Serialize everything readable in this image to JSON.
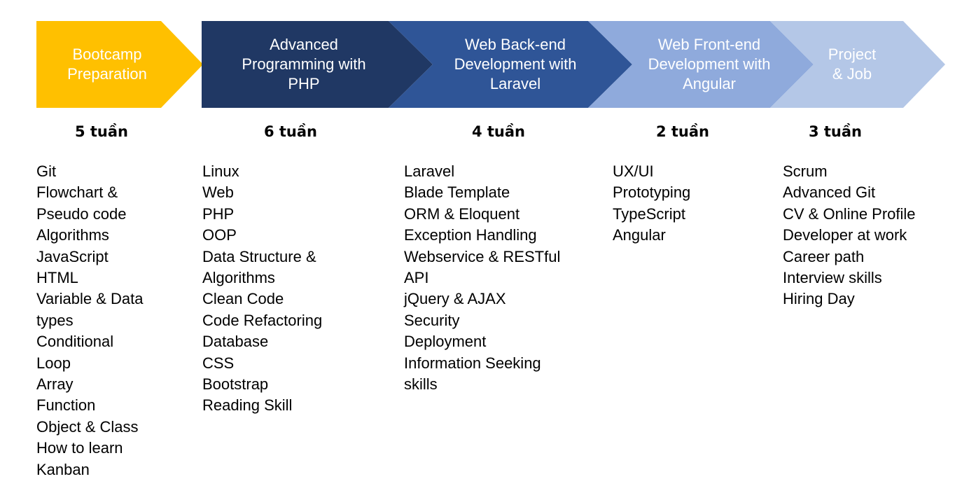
{
  "stages": [
    {
      "title": "Bootcamp\nPreparation",
      "color": "#FFC000",
      "duration": "5 tuần",
      "topics": [
        "Git",
        "Flowchart &\nPseudo code",
        "Algorithms",
        "JavaScript",
        "HTML",
        "Variable & Data\ntypes",
        "Conditional",
        "Loop",
        "Array",
        "Function",
        "Object & Class",
        "How to learn",
        "Kanban"
      ]
    },
    {
      "title": "Advanced\nProgramming with\nPHP",
      "color": "#203864",
      "duration": "6 tuần",
      "topics": [
        "Linux",
        "Web",
        "PHP",
        "OOP",
        "Data Structure &\nAlgorithms",
        "Clean Code",
        "Code Refactoring",
        "Database",
        "CSS",
        "Bootstrap",
        "Reading Skill"
      ]
    },
    {
      "title": "Web Back-end\nDevelopment with\nLaravel",
      "color": "#2F5597",
      "duration": "4 tuần",
      "topics": [
        "Laravel",
        "Blade Template",
        "ORM & Eloquent",
        "Exception Handling",
        "Webservice & RESTful\nAPI",
        "jQuery & AJAX",
        "Security",
        "Deployment",
        "Information Seeking\nskills"
      ]
    },
    {
      "title": "Web Front-end\nDevelopment with\nAngular",
      "color": "#8FAADC",
      "duration": "2 tuần",
      "topics": [
        "UX/UI",
        "Prototyping",
        "TypeScript",
        "Angular"
      ]
    },
    {
      "title": "Project\n& Job",
      "color": "#B4C7E7",
      "duration": "3 tuần",
      "topics": [
        "Scrum",
        "Advanced Git",
        "CV & Online Profile",
        "Developer at work",
        "Career path",
        "Interview skills",
        "Hiring Day"
      ]
    }
  ]
}
